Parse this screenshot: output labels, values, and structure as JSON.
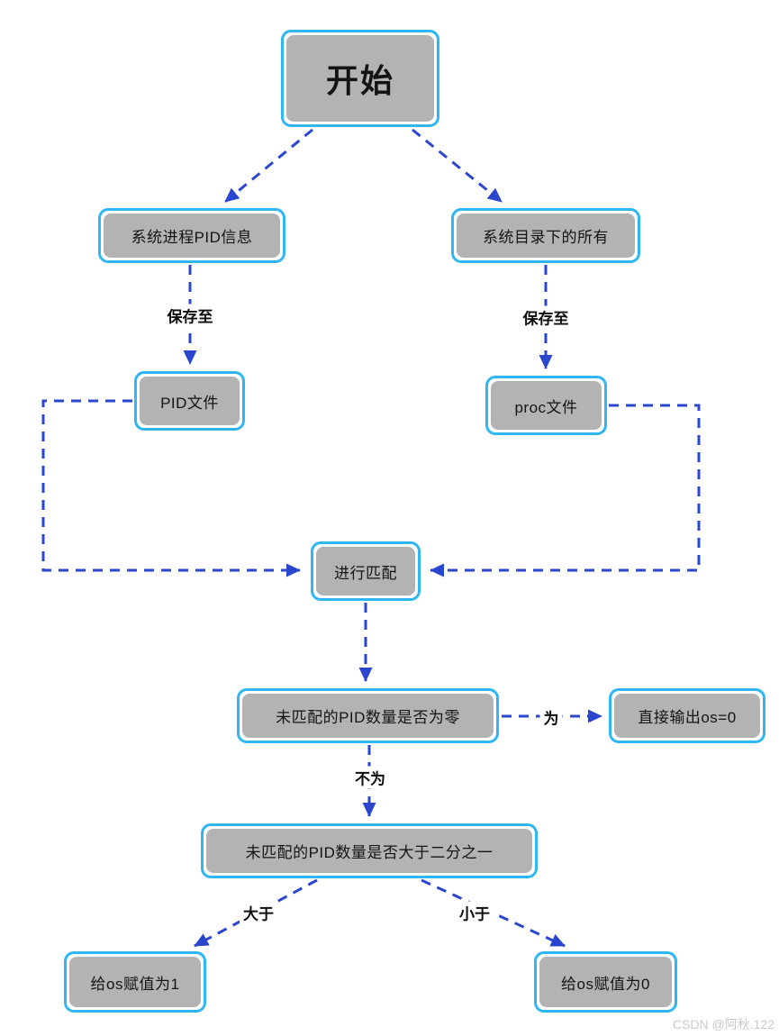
{
  "page": {
    "type": "flowchart",
    "watermark": "CSDN @阿秋.122"
  },
  "colors": {
    "node_fill": "#b3b3b3",
    "node_border": "#2fb6f3",
    "arrow": "#2a46cf",
    "text": "#141414",
    "watermark": "#c9c9c9",
    "page_bg": "#ffffff"
  },
  "nodes": {
    "start": {
      "label": "开始"
    },
    "sys_pid": {
      "label": "系统进程PID信息"
    },
    "sys_dir": {
      "label": "系统目录下的所有"
    },
    "pid_file": {
      "label": "PID文件"
    },
    "proc_file": {
      "label": "proc文件"
    },
    "match": {
      "label": "进行匹配"
    },
    "zero_check": {
      "label": "未匹配的PID数量是否为零"
    },
    "output_os0": {
      "label": "直接输出os=0"
    },
    "half_check": {
      "label": "未匹配的PID数量是否大于二分之一"
    },
    "assign_os1": {
      "label": "给os赋值为1"
    },
    "assign_os0": {
      "label": "给os赋值为0"
    }
  },
  "edges": [
    {
      "from": "start",
      "to": "sys_pid",
      "label": ""
    },
    {
      "from": "start",
      "to": "sys_dir",
      "label": ""
    },
    {
      "from": "sys_pid",
      "to": "pid_file",
      "label": "保存至"
    },
    {
      "from": "sys_dir",
      "to": "proc_file",
      "label": "保存至"
    },
    {
      "from": "pid_file",
      "to": "match",
      "label": ""
    },
    {
      "from": "proc_file",
      "to": "match",
      "label": ""
    },
    {
      "from": "match",
      "to": "zero_check",
      "label": ""
    },
    {
      "from": "zero_check",
      "to": "output_os0",
      "label": "为"
    },
    {
      "from": "zero_check",
      "to": "half_check",
      "label": "不为"
    },
    {
      "from": "half_check",
      "to": "assign_os1",
      "label": "大于"
    },
    {
      "from": "half_check",
      "to": "assign_os0",
      "label": "小于"
    }
  ]
}
